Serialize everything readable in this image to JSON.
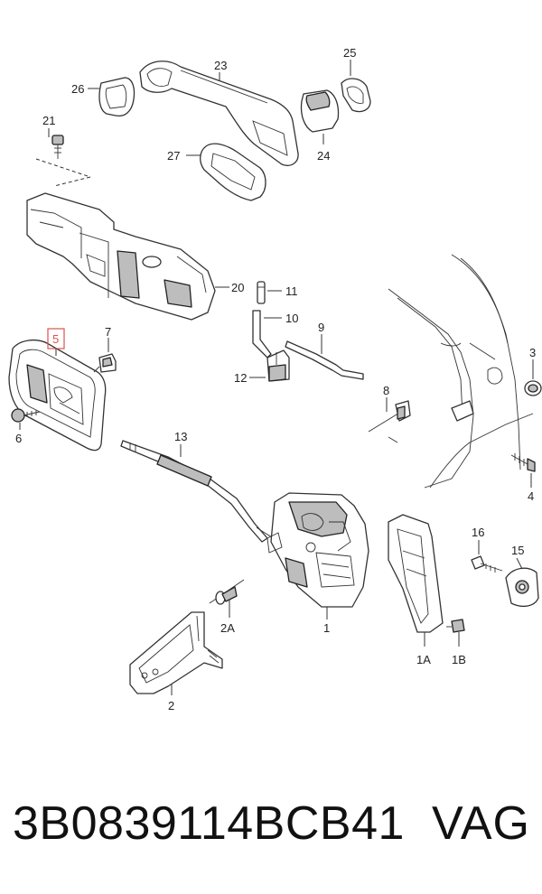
{
  "diagram": {
    "labels": {
      "p1": "1",
      "p1a": "1A",
      "p1b": "1B",
      "p2": "2",
      "p2a": "2A",
      "p3": "3",
      "p4": "4",
      "p5": "5",
      "p6": "6",
      "p7": "7",
      "p8": "8",
      "p9": "9",
      "p10": "10",
      "p11": "11",
      "p12": "12",
      "p13": "13",
      "p15": "15",
      "p16": "16",
      "p20": "20",
      "p21": "21",
      "p23": "23",
      "p24": "24",
      "p25": "25",
      "p26": "26",
      "p27": "27"
    },
    "highlighted_part": "5",
    "highlight_color": "#d9534f"
  },
  "footer": {
    "part_number": "3B0839114BCB41",
    "brand": "VAG"
  }
}
